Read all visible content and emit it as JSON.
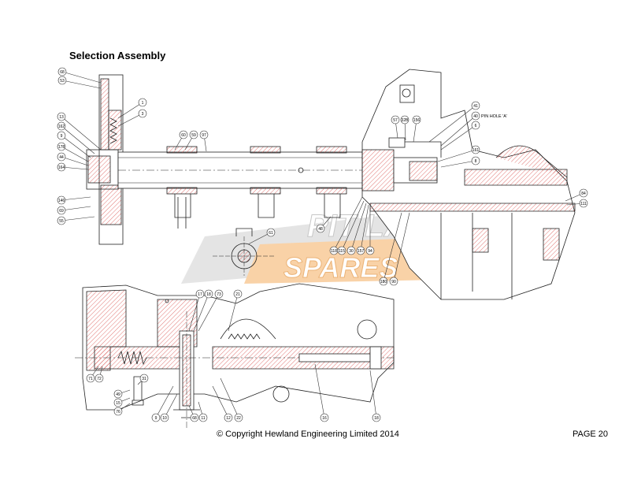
{
  "page": {
    "title": "Selection Assembly",
    "copyright": "© Copyright Hewland Engineering Limited 2014",
    "page_label": "PAGE 20"
  },
  "watermark": {
    "line1": "PIT LANE",
    "line2": "SPARES",
    "colors": {
      "grey": "#cfcfcf",
      "orange": "#f5b46a"
    }
  },
  "colors": {
    "section_hatch": "#d9534f",
    "line": "#222222",
    "callout": "#333333"
  },
  "left_callouts": [
    "68",
    "53",
    "13",
    "162",
    "9",
    "178",
    "44",
    "164",
    "146",
    "69",
    "55"
  ],
  "right_upper_callouts": [
    "1",
    "3"
  ],
  "shaft_callouts": [
    "60",
    "59",
    "97"
  ],
  "right_callouts": [
    "41",
    "40",
    "6",
    "161",
    "8"
  ],
  "pin_hole_label": "PIN HOLE 'A'",
  "mid_callouts": [
    "57",
    "32B",
    "156"
  ],
  "bottom_center_callouts": [
    "118",
    "115",
    "30",
    "157",
    "94"
  ],
  "lower_right_callouts": [
    "180",
    "90"
  ],
  "far_right_callouts": [
    "84",
    "111"
  ],
  "sectionB_callouts": [
    "17",
    "18",
    "73",
    "21"
  ],
  "sectionB_left_callouts": [
    "71",
    "72"
  ],
  "sectionB_bottom_callouts": [
    "9",
    "10",
    "68",
    "11",
    "12",
    "22",
    "16"
  ],
  "small_callouts": [
    "49",
    "15",
    "76",
    "31"
  ]
}
